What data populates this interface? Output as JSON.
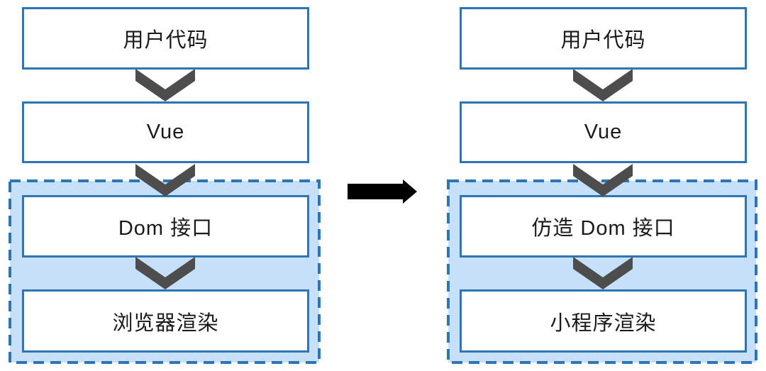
{
  "colors": {
    "canvas_bg": "#FFFFFF",
    "box_fill": "#FFFFFF",
    "box_border": "#2E75B6",
    "group_fill": "#C5E0F8",
    "group_border": "#2E75B6",
    "chevron": "#4D4D4D",
    "arrow": "#000000",
    "text": "#1A1A1A"
  },
  "left_flow": {
    "steps": [
      {
        "label": "用户代码"
      },
      {
        "label": "Vue"
      },
      {
        "label": "Dom 接口"
      },
      {
        "label": "浏览器渲染"
      }
    ]
  },
  "right_flow": {
    "steps": [
      {
        "label": "用户代码"
      },
      {
        "label": "Vue"
      },
      {
        "label": "仿造 Dom 接口"
      },
      {
        "label": "小程序渲染"
      }
    ]
  }
}
